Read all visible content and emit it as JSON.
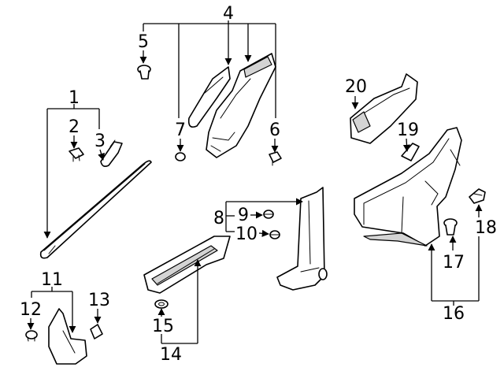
{
  "callouts": {
    "c1": "1",
    "c2": "2",
    "c3": "3",
    "c4": "4",
    "c5": "5",
    "c6": "6",
    "c7": "7",
    "c8": "8",
    "c9": "9",
    "c10": "10",
    "c11": "11",
    "c12": "12",
    "c13": "13",
    "c14": "14",
    "c15": "15",
    "c16": "16",
    "c17": "17",
    "c18": "18",
    "c19": "19",
    "c20": "20"
  },
  "colors": {
    "line": "#000000",
    "background": "#ffffff",
    "shade": "#d4d4d4"
  }
}
